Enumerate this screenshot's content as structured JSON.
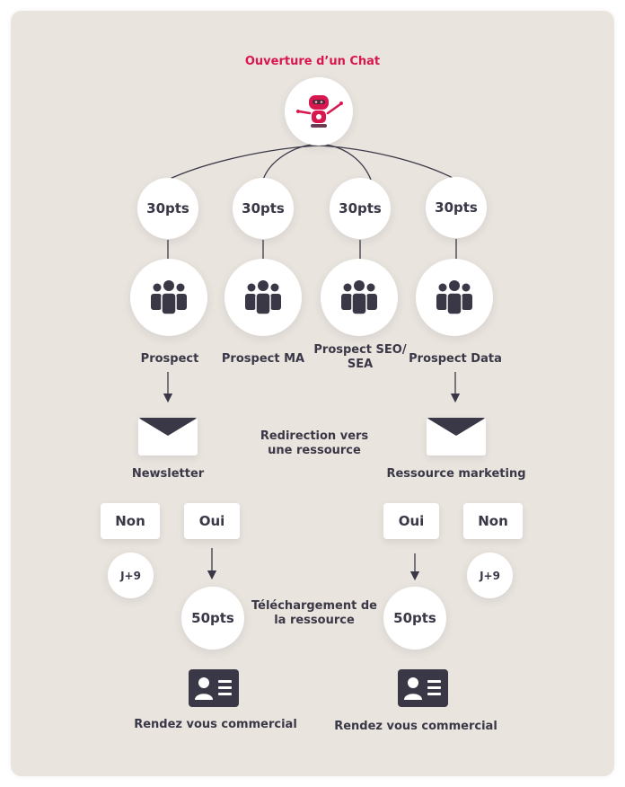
{
  "title": "Ouverture d’un Chat",
  "branches": [
    {
      "points": "30pts",
      "label": "Prospect"
    },
    {
      "points": "30pts",
      "label": "Prospect MA"
    },
    {
      "points": "30pts",
      "label": "Prospect SEO/ SEA"
    },
    {
      "points": "30pts",
      "label": "Prospect Data"
    }
  ],
  "left_path": {
    "resource": "Newsletter",
    "no": "Non",
    "yes": "Oui",
    "delay": "J+9",
    "points": "50pts",
    "outcome": "Rendez vous commercial"
  },
  "right_path": {
    "resource": "Ressource marketing",
    "no": "Non",
    "yes": "Oui",
    "delay": "J+9",
    "points": "50pts",
    "outcome": "Rendez vous commercial"
  },
  "notes": {
    "redirect": "Redirection vers une ressource",
    "download": "Téléchargement de la ressource"
  },
  "colors": {
    "accent": "#d9174f",
    "icon": "#3a3847",
    "panel": "#f3f0ec"
  }
}
